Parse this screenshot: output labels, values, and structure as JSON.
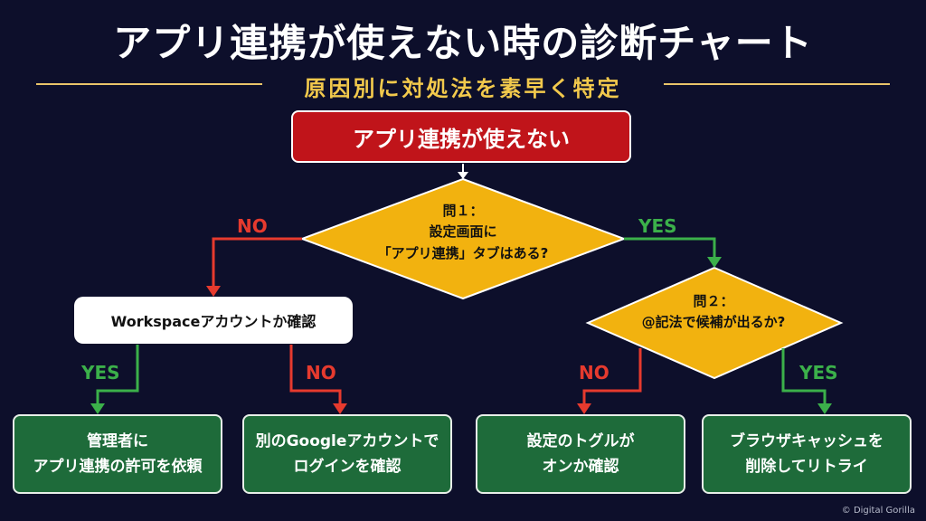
{
  "title": "アプリ連携が使えない時の診断チャート",
  "subtitle": "原因別に対処法を素早く特定",
  "start": "アプリ連携が使えない",
  "question1": {
    "line1": "問１：",
    "line2": "設定画面に",
    "line3": "「アプリ連携」タブはある?"
  },
  "question2": {
    "line1": "問２：",
    "line2": "@記法で候補が出るか?"
  },
  "check": "Workspaceアカウントか確認",
  "results": {
    "admin": {
      "line1": "管理者に",
      "line2": "アプリ連携の許可を依頼"
    },
    "google": {
      "line1": "別のGoogleアカウントで",
      "line2": "ログインを確認"
    },
    "toggle": {
      "line1": "設定のトグルが",
      "line2": "オンか確認"
    },
    "cache": {
      "line1": "ブラウザキャッシュを",
      "line2": "削除してリトライ"
    }
  },
  "labels": {
    "no": "NO",
    "yes": "YES"
  },
  "credit": "© Digital Gorilla",
  "colors": {
    "background": "#0d0f2b",
    "start": "#c0141a",
    "diamond": "#f2b20f",
    "result": "#1e6b3a",
    "no": "#e63a2e",
    "yes": "#3bb04a",
    "subtitle": "#f2c94c"
  }
}
